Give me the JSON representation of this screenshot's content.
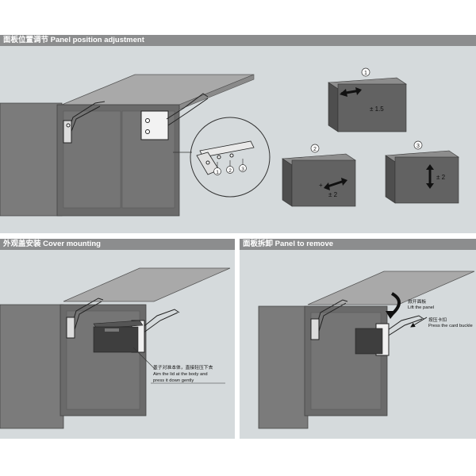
{
  "sections": {
    "adjust": {
      "title": "面板位置调节  Panel position adjustment"
    },
    "cover": {
      "title": "外观盖安装  Cover mounting"
    },
    "remove": {
      "title": "面板拆卸  Panel to remove"
    }
  },
  "adjustments": [
    {
      "number": "1",
      "value": "± 1.5"
    },
    {
      "number": "2",
      "value": "± 2",
      "sign": "+"
    },
    {
      "number": "3",
      "value": "± 2"
    }
  ],
  "detail_callouts": [
    "1",
    "2",
    "3"
  ],
  "cover_instruction": {
    "cn": "盖子对准本体，直接轻压下去",
    "en_line1": "Aim the lid at the body and",
    "en_line2": "press it down gently"
  },
  "remove_instructions": {
    "lift_cn": "掀开面板",
    "lift_en": "Lift the panel",
    "press_cn": "按压卡扣",
    "press_en": "Press the card buckle"
  },
  "colors": {
    "header": "#8c8d8e",
    "panel_bg": "#d5dadc",
    "cabinet_dark": "#6b6b6b",
    "cabinet_side": "#7d7d7d",
    "lid_top": "#a3a3a3",
    "box_front": "#5e5e5e"
  }
}
